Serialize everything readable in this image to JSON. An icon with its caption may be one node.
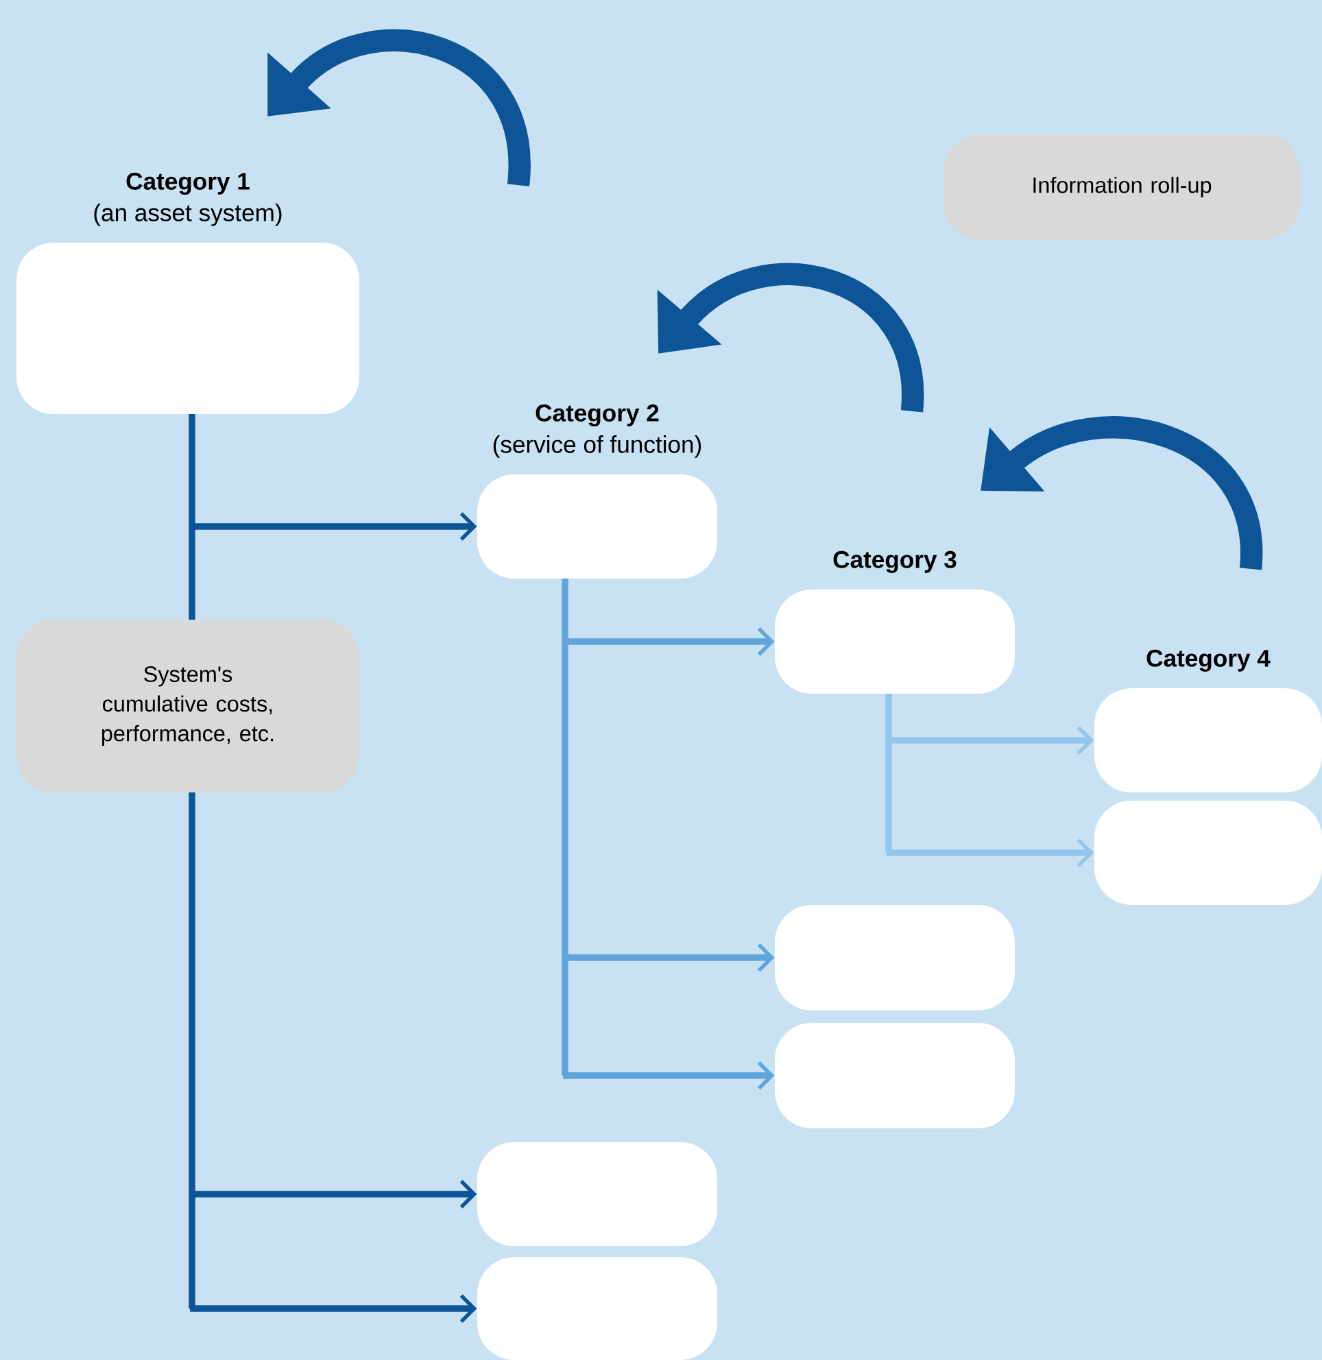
{
  "diagram": {
    "nodes": [
      {
        "text": [
          "Category 1",
          "(an asset system)"
        ]
      },
      {
        "text": [
          "Category 2",
          "(service of function)"
        ]
      },
      {
        "text": [
          "Category 3"
        ]
      },
      {
        "text": [
          "Category 4"
        ]
      },
      {
        "text": [],
        "shape": "box"
      },
      {
        "text": [],
        "shape": "box"
      },
      {
        "text": [],
        "shape": "box"
      },
      {
        "text": [],
        "shape": "box"
      },
      {
        "text": [],
        "shape": "box"
      },
      {
        "text": [
          "System's cumulative costs, performance, etc."
        ]
      },
      {
        "text": [
          "Information roll-up"
        ]
      }
    ],
    "edges": [
      {
        "from": 0,
        "to": 1,
        "arrow": "to",
        "color": "#0d5596"
      },
      {
        "from": 0,
        "to": 9,
        "arrow": "none",
        "color": "#0d5596"
      },
      {
        "from": 9,
        "to": 7,
        "arrow": "to",
        "color": "#0d5596"
      },
      {
        "from": 9,
        "to": 8,
        "arrow": "to",
        "color": "#0d5596"
      },
      {
        "from": 1,
        "to": 2,
        "arrow": "to"
      },
      {
        "from": 1,
        "to": 5,
        "arrow": "to"
      },
      {
        "from": 1,
        "to": 6,
        "arrow": "to"
      },
      {
        "from": 2,
        "to": 3,
        "arrow": "to",
        "color": "#93c6ec"
      },
      {
        "from": 2,
        "to": 4,
        "arrow": "to",
        "color": "#93c6ec"
      }
    ]
  }
}
